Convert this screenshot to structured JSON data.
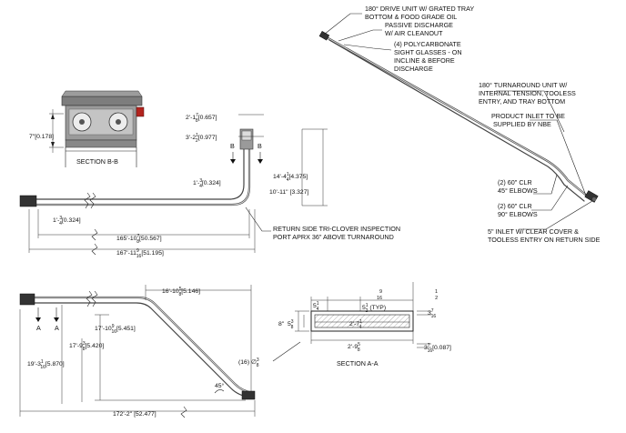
{
  "callouts": {
    "drive_unit": [
      "180° DRIVE UNIT W/ GRATED TRAY",
      "BOTTOM & FOOD GRADE OIL"
    ],
    "passive_discharge": [
      "PASSIVE DISCHARGE",
      "W/ AIR CLEANOUT"
    ],
    "sight_glasses": [
      "(4) POLYCARBONATE",
      "SIGHT GLASSES - ON",
      "INCLINE & BEFORE",
      "DISCHARGE"
    ],
    "turnaround_unit": [
      "180° TURNAROUND UNIT W/",
      "INTERNAL TENSION, TOOLESS",
      "ENTRY, AND TRAY BOTTOM"
    ],
    "product_inlet": [
      "PRODUCT INLET TO BE",
      "SUPPLIED BY NBE"
    ],
    "elbows_45": [
      "(2) 60\" CLR",
      "45° ELBOWS"
    ],
    "elbows_90": [
      "(2) 60\" CLR",
      "90° ELBOWS"
    ],
    "inlet_5": [
      "5\" INLET W/ CLEAR COVER &",
      "TOOLESS ENTRY ON RETURN SIDE"
    ],
    "return_side": [
      "RETURN SIDE TRI-CLOVER INSPECTION",
      "PORT APRX 36\" ABOVE TURNAROUND"
    ]
  },
  "section_bb": {
    "title": "SECTION B-B",
    "dim_7": {
      "whole": "7\"",
      "metric": "[0.178]"
    }
  },
  "top_view": {
    "marker_b": "B",
    "dim_2_1_7_8": {
      "whole": "2'-1",
      "num": "7",
      "den": "8",
      "metric": "[0.657]"
    },
    "dim_3_2_1_2": {
      "whole": "3'-2",
      "num": "1",
      "den": "2",
      "metric": "[0.977]"
    },
    "dim_1_3_4_a": {
      "whole": "1'-",
      "num": "3",
      "den": "4",
      "metric": "[0.324]"
    },
    "dim_14_4_1_4": {
      "whole": "14'-4",
      "num": "1",
      "den": "4",
      "metric": "[4.375]"
    },
    "dim_10_11": {
      "whole": "10'-11\"",
      "metric": "[3.327]"
    },
    "dim_1_3_4_b": {
      "whole": "1'-",
      "num": "3",
      "den": "4",
      "metric": "[0.324]"
    },
    "dim_165": {
      "whole": "165'-10",
      "num": "7",
      "den": "8",
      "metric": "[50.567]"
    },
    "dim_167": {
      "whole": "167'-11",
      "num": "9",
      "den": "16",
      "metric": "[51.195]"
    }
  },
  "side_view": {
    "marker_a": "A",
    "dim_16_10": {
      "whole": "16'-10",
      "num": "5",
      "den": "8",
      "metric": "[5.146]"
    },
    "dim_17_10": {
      "whole": "17'-10",
      "num": "9",
      "den": "16",
      "metric": "[5.451]"
    },
    "dim_17_9": {
      "whole": "17'-9",
      "num": "3",
      "den": "8",
      "metric": "[5.420]"
    },
    "dim_19_3": {
      "whole": "19'-3",
      "num": "1",
      "den": "16",
      "metric": "[5.870]"
    },
    "angle": "45°",
    "dim_172": {
      "whole": "172'-2\"",
      "metric": "[52.477]"
    }
  },
  "section_aa": {
    "title": "SECTION A-A",
    "holes": {
      "prefix": "(16) ∅",
      "num": "3",
      "den": "8"
    },
    "dim_5_1_4": {
      "whole": "5",
      "num": "1",
      "den": "4"
    },
    "dim_9_16": {
      "num": "9",
      "den": "16"
    },
    "dim_5_1_2": {
      "whole": "5",
      "num": "1",
      "den": "2",
      "suffix": "(TYP)"
    },
    "dim_1_2": {
      "num": "1",
      "den": "2"
    },
    "dim_8": "8\"",
    "dim_5_3_8": {
      "whole": "5",
      "num": "3",
      "den": "8"
    },
    "dim_2_7_1_4": {
      "whole": "2'-7",
      "num": "1",
      "den": "4"
    },
    "dim_2_9_5_8": {
      "whole": "2'-9",
      "num": "5",
      "den": "8"
    },
    "dim_3_7_16_a": {
      "whole": "3",
      "num": "7",
      "den": "16"
    },
    "dim_3_7_16_b": {
      "whole": "3",
      "num": "7",
      "den": "16",
      "metric": "[0.087]"
    }
  }
}
